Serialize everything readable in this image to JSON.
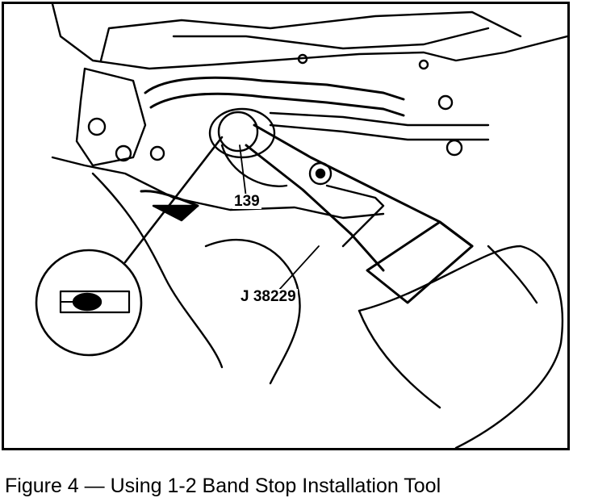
{
  "figure": {
    "callouts": {
      "part_number": "139",
      "tool_number": "J 38229"
    },
    "caption": "Figure 4 — Using 1-2 Band Stop Installation Tool"
  }
}
